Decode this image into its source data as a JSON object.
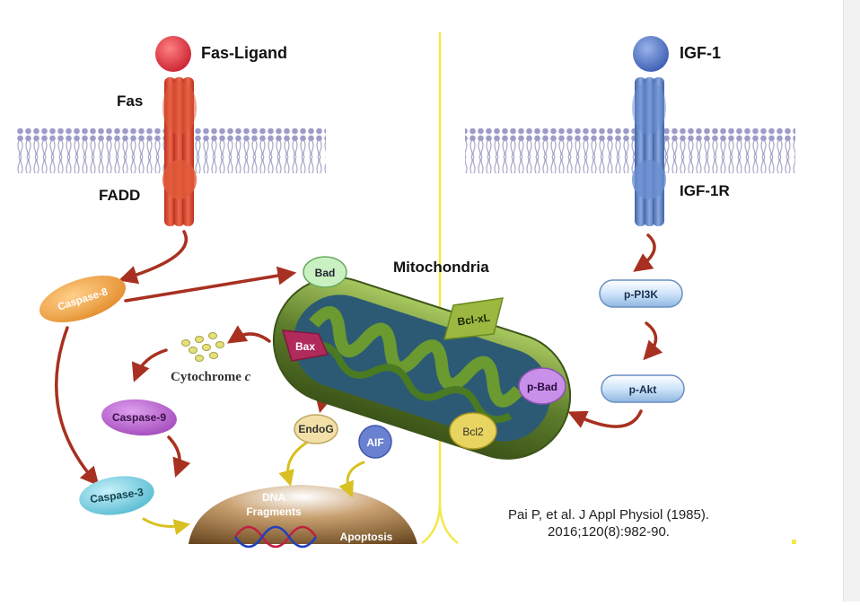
{
  "labels": {
    "fas_ligand": "Fas-Ligand",
    "fas": "Fas",
    "fadd": "FADD",
    "igf1": "IGF-1",
    "igf1r": "IGF-1R",
    "mitochondria": "Mitochondria",
    "caspase8": "Caspase-8",
    "bad": "Bad",
    "bclxl": "Bcl-xL",
    "bax": "Bax",
    "cytochrome": "Cytochrome",
    "cytochrome_c": "c",
    "caspase9": "Caspase-9",
    "caspase3": "Caspase-3",
    "endog": "EndoG",
    "aif": "AIF",
    "bcl2": "Bcl2",
    "pbad": "p-Bad",
    "ppi3k": "p-PI3K",
    "pakt": "p-Akt",
    "dna_fragments_1": "DNA",
    "dna_fragments_2": "Fragments",
    "apoptosis": "Apoptosis"
  },
  "citation": {
    "line1": "Pai P, et al. J Appl Physiol (1985).",
    "line2": "2016;120(8):982-90."
  },
  "colors": {
    "fas_receptor": "#d9442f",
    "igf_receptor": "#5b7fc4",
    "membrane": "#8f8fbf",
    "divider": "#f2e84a",
    "caspase8": "#f0a040",
    "caspase9": "#b45fc8",
    "caspase3": "#6cc8dc",
    "mito_outer": "#5a7a2a",
    "pathway_box": "#bcd8f4"
  }
}
